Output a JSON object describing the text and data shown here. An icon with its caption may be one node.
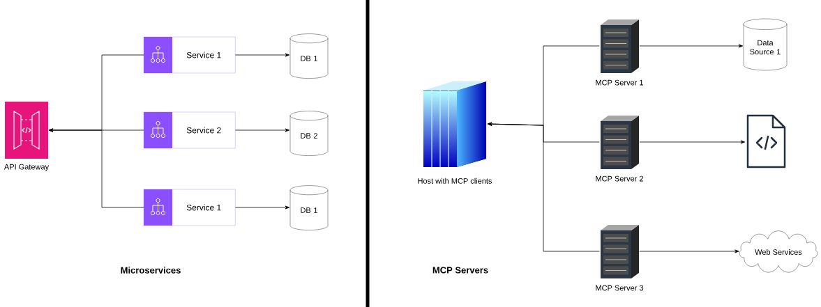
{
  "diagram": {
    "nodes": [
      {
        "text": [
          "API Gateway"
        ]
      },
      {
        "text": [
          "Service 1"
        ]
      },
      {
        "text": [
          "Service 2"
        ]
      },
      {
        "text": [
          "Service 1"
        ]
      },
      {
        "text": [
          "DB 1"
        ]
      },
      {
        "text": [
          "DB 2"
        ]
      },
      {
        "text": [
          "DB 1"
        ]
      },
      {
        "text": [
          "Host with MCP clients"
        ]
      },
      {
        "text": [
          "MCP Server 1"
        ]
      },
      {
        "text": [
          "MCP Server 2"
        ]
      },
      {
        "text": [
          "MCP Server 3"
        ]
      },
      {
        "text": [
          "Data Source 1"
        ]
      },
      {
        "text": [],
        "shape": "picture"
      },
      {
        "text": [
          "Web Services"
        ]
      }
    ],
    "edges": [
      {
        "from": 1,
        "to": 0,
        "arrow": "to"
      },
      {
        "from": 2,
        "to": 0,
        "arrow": "to"
      },
      {
        "from": 3,
        "to": 0,
        "arrow": "to"
      },
      {
        "from": 1,
        "to": 4,
        "arrow": "to"
      },
      {
        "from": 2,
        "to": 5,
        "arrow": "to"
      },
      {
        "from": 3,
        "to": 6,
        "arrow": "to"
      },
      {
        "from": 8,
        "to": 7,
        "arrow": "to"
      },
      {
        "from": 9,
        "to": 7,
        "arrow": "to"
      },
      {
        "from": 10,
        "to": 7,
        "arrow": "to"
      },
      {
        "from": 8,
        "to": 11,
        "arrow": "to"
      },
      {
        "from": 9,
        "to": 12,
        "arrow": "to"
      },
      {
        "from": 10,
        "to": 13,
        "arrow": "to"
      }
    ],
    "labels": [
      "Microservices",
      "MCP Servers"
    ]
  }
}
